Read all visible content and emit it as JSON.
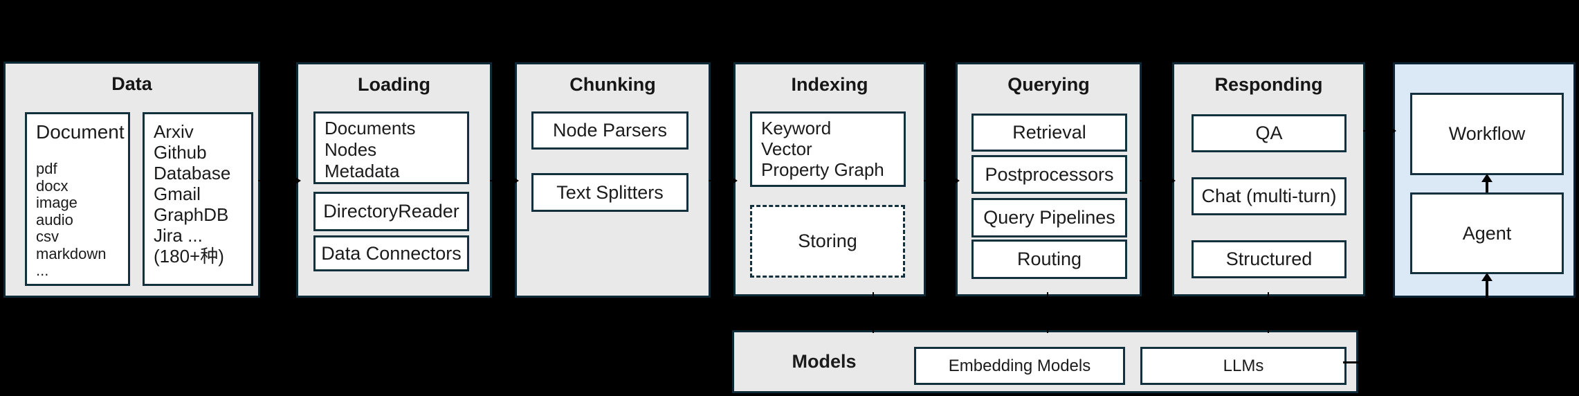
{
  "colors": {
    "background": "#000000",
    "panel_fill": "#e9e9e9",
    "panel_border": "#0e2a38",
    "box_border": "#12303e",
    "agentic_panel_fill": "#dbe8f5",
    "text": "#1b1b1b",
    "connector": "#000000"
  },
  "panels": {
    "data": {
      "title": "Data",
      "document_box": {
        "heading": "Document",
        "items": [
          "pdf",
          "docx",
          "image",
          "audio",
          "csv",
          "markdown",
          "..."
        ]
      },
      "sources_box": {
        "items": [
          "Arxiv",
          "Github",
          "Database",
          "Gmail",
          "GraphDB",
          "Jira ...",
          "(180+种)"
        ]
      }
    },
    "loading": {
      "title": "Loading",
      "objects_box": {
        "lines": [
          "Documents",
          "Nodes",
          "Metadata"
        ]
      },
      "reader_box": "DirectoryReader",
      "connectors_box": "Data Connectors"
    },
    "chunking": {
      "title": "Chunking",
      "node_parsers_box": "Node Parsers",
      "text_splitters_box": "Text Splitters"
    },
    "indexing": {
      "title": "Indexing",
      "index_types_box": {
        "lines": [
          "Keyword",
          "Vector",
          "Property Graph"
        ]
      },
      "storing_box": "Storing"
    },
    "querying": {
      "title": "Querying",
      "boxes": [
        "Retrieval",
        "Postprocessors",
        "Query Pipelines",
        "Routing"
      ]
    },
    "responding": {
      "title": "Responding",
      "boxes": [
        "QA",
        "Chat (multi-turn)",
        "Structured"
      ]
    },
    "agentic": {
      "workflow_box": "Workflow",
      "agent_box": "Agent"
    }
  },
  "models_bar": {
    "title": "Models",
    "embedding_box": "Embedding Models",
    "llms_box": "LLMs"
  }
}
